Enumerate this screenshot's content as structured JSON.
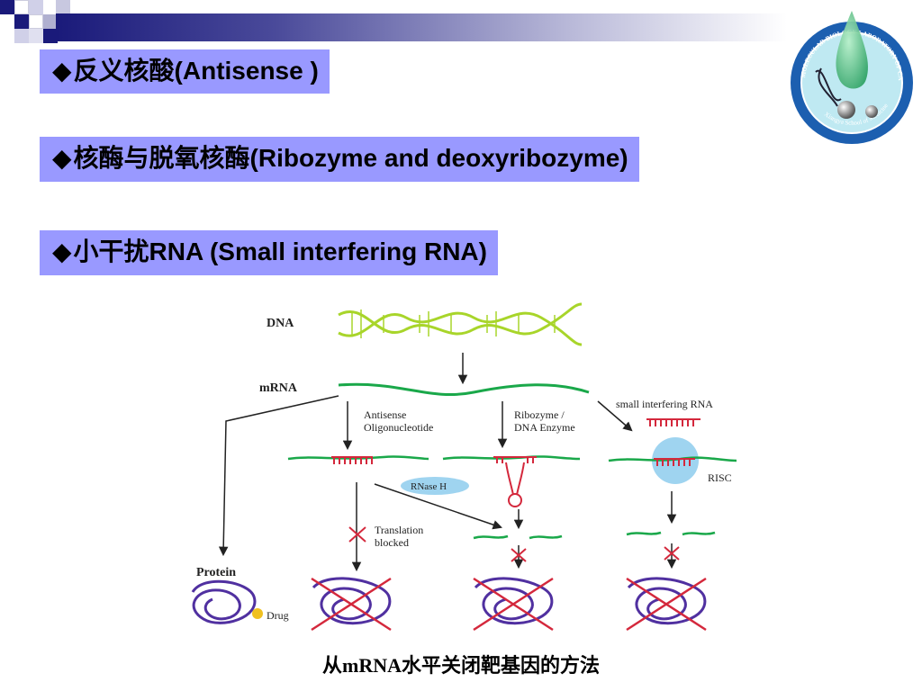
{
  "headings": [
    {
      "bullet": "◆",
      "text": "反义核酸(Antisense )"
    },
    {
      "bullet": "◆",
      "text": "核酶与脱氧核酶(Ribozyme and deoxyribozyme)"
    },
    {
      "bullet": "◆",
      "text": "小干扰RNA (Small interfering RNA)"
    }
  ],
  "logo": {
    "ring_text_top": "MOLECULAR BIOLOGY LABORATORY OF CANCER RESEARCH INSTITUTE",
    "ring_text_bottom": "Xiangya School of Medicine"
  },
  "diagram": {
    "dna": "DNA",
    "mrna": "mRNA",
    "protein": "Protein",
    "drug": "Drug",
    "antisense_l1": "Antisense",
    "antisense_l2": "Oligonucleotide",
    "ribozyme_l1": "Ribozyme /",
    "ribozyme_l2": "DNA Enzyme",
    "sirna": "small interfering RNA",
    "rnase": "RNase H",
    "risc": "RISC",
    "blocked_l1": "Translation",
    "blocked_l2": "blocked"
  },
  "caption": "从mRNA水平关闭靶基因的方法",
  "colors": {
    "heading_bg": "#9999ff",
    "dna_strand": "#a8d52a",
    "mrna": "#1aa84a",
    "oligo": "#d4283c",
    "protein": "#5030a0",
    "risc": "#9fd4f0"
  }
}
